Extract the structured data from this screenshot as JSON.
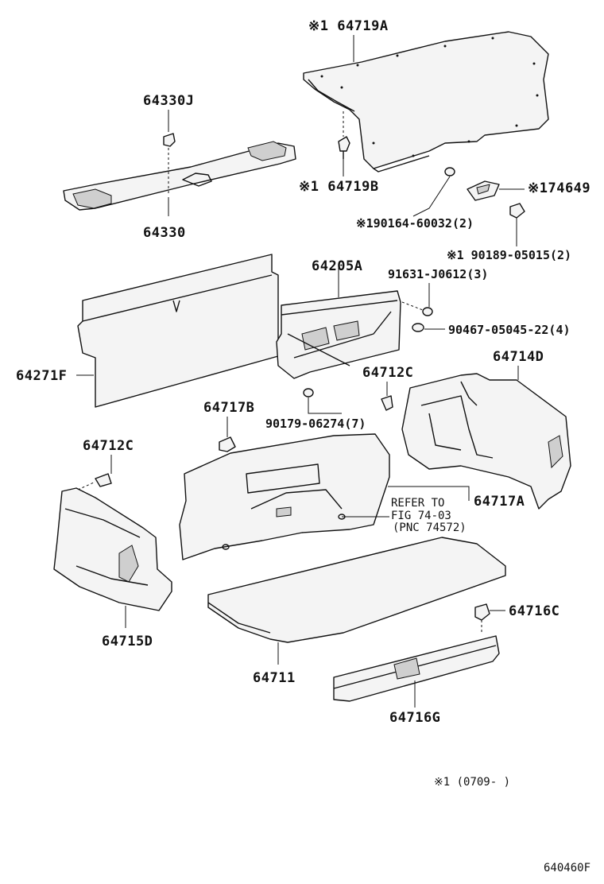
{
  "labels": {
    "l64719A": "※1 64719A",
    "l64330J": "64330J",
    "l64719B": "※1 64719B",
    "l74649": "※174649",
    "l64330": "64330",
    "l90164": "※190164-60032(2)",
    "l90189": "※1 90189-05015(2)",
    "l64205A": "64205A",
    "l91631": "91631-J0612(3)",
    "l90467": "90467-05045-22(4)",
    "l64271F": "64271F",
    "l64712C_r": "64712C",
    "l64714D": "64714D",
    "l64717B": "64717B",
    "l90179": "90179-06274(7)",
    "l64712C_l": "64712C",
    "l64717A": "64717A",
    "l64715D": "64715D",
    "l64716C": "64716C",
    "l64711": "64711",
    "l64716G": "64716G",
    "note": "※1 (0709-   )",
    "figcode": "640460F"
  },
  "refer": {
    "line1": "REFER TO",
    "line2": "FIG 74-03",
    "line3": "(PNC 74572)"
  }
}
